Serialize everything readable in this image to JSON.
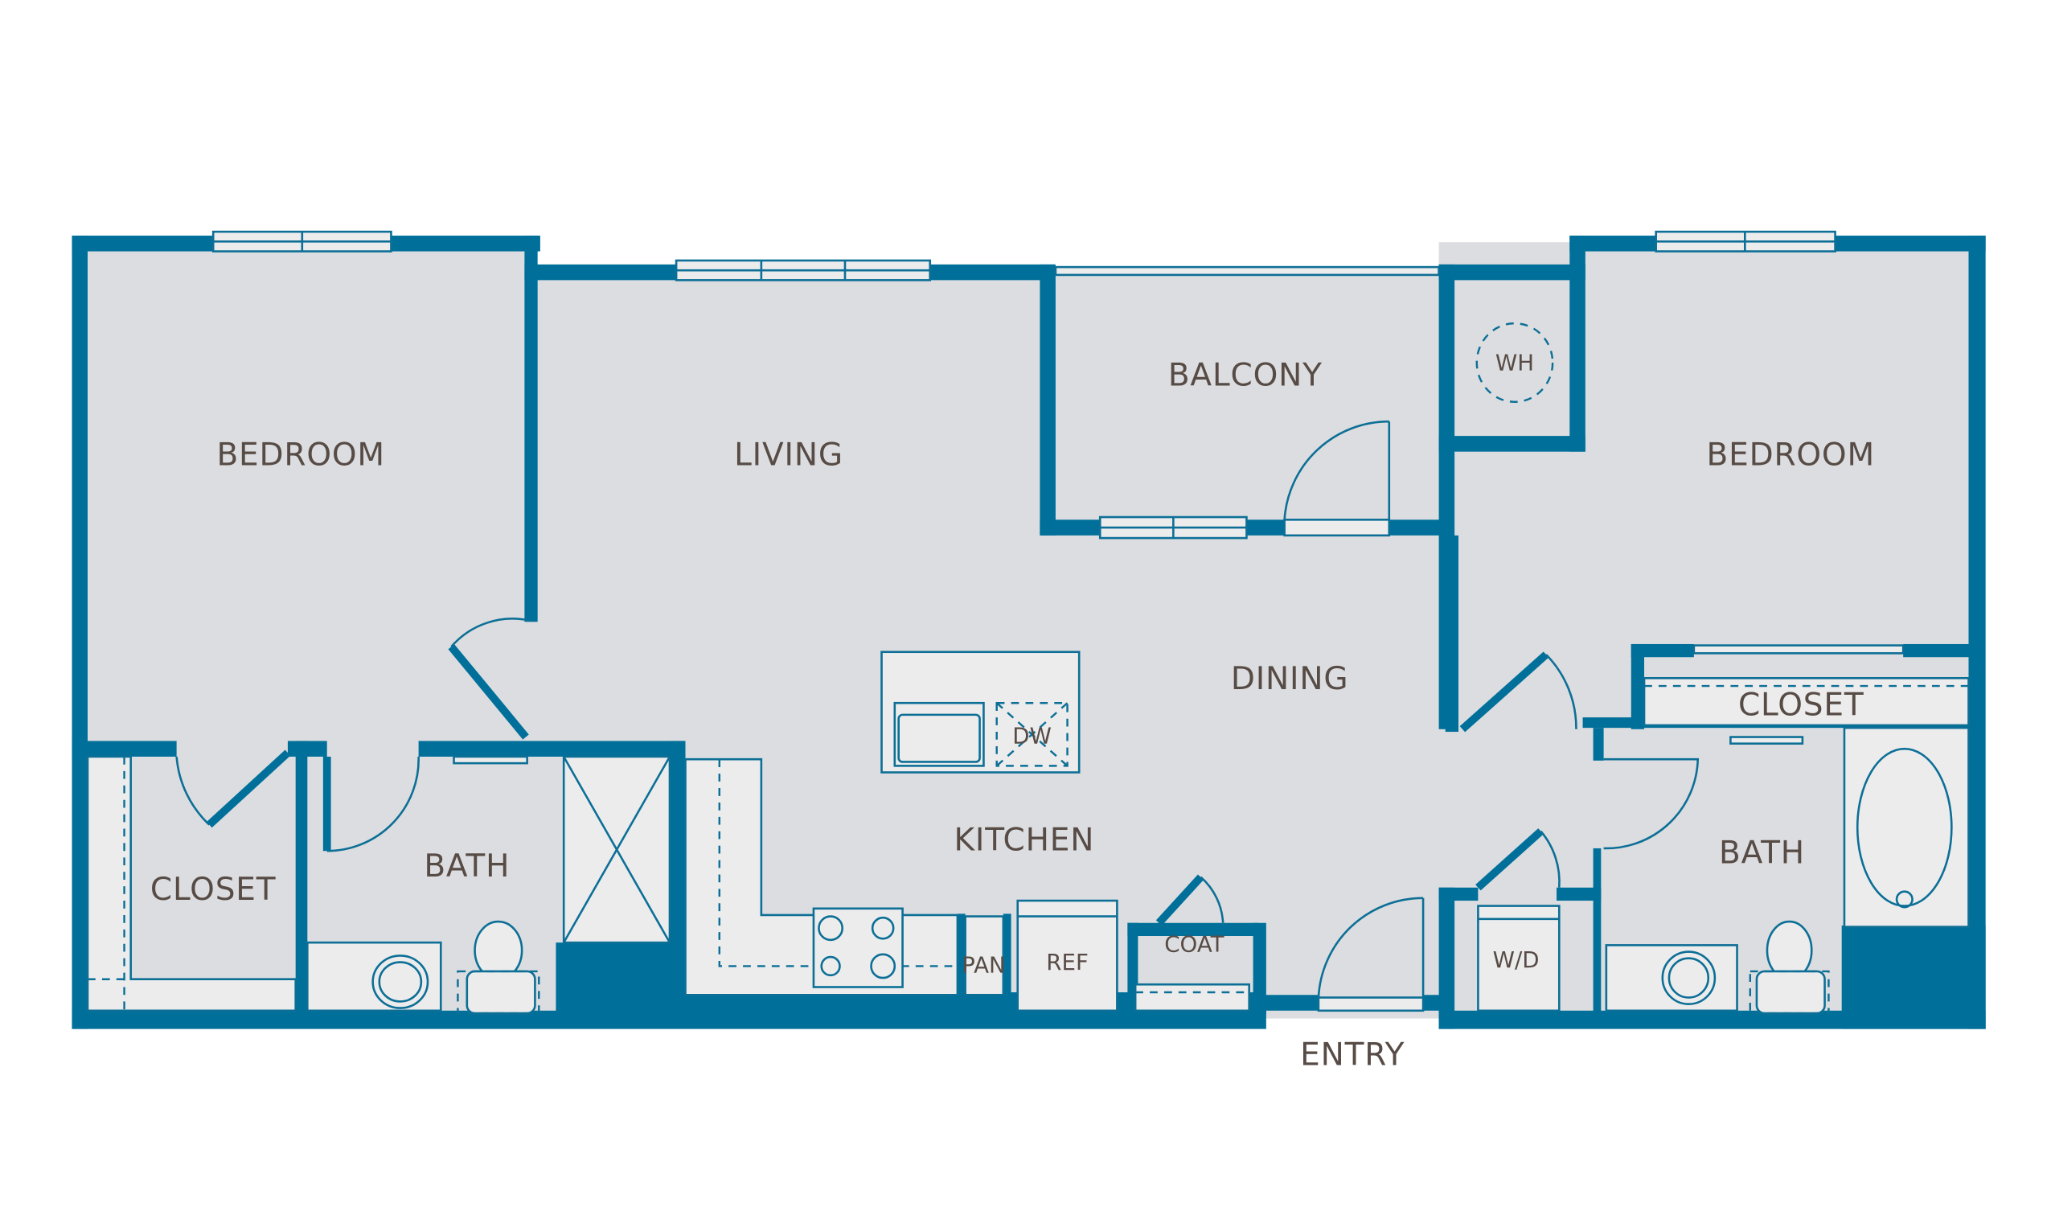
{
  "plan": {
    "title": "Two-bedroom floor plan",
    "colors": {
      "wall": "#00709a",
      "floor": "#dcdde0",
      "fixture": "#ececed",
      "label": "#574b45",
      "background": "#ffffff"
    },
    "rooms": {
      "bedroom_left": "BEDROOM",
      "living": "LIVING",
      "balcony": "BALCONY",
      "water_heater": "WH",
      "bedroom_right": "BEDROOM",
      "dining": "DINING",
      "dishwasher": "DW",
      "closet_right": "CLOSET",
      "kitchen": "KITCHEN",
      "bath_right": "BATH",
      "closet_left": "CLOSET",
      "bath_left": "BATH",
      "pantry": "PAN",
      "refrigerator": "REF",
      "coat": "COAT",
      "washer_dryer": "W/D",
      "entry": "ENTRY"
    }
  }
}
